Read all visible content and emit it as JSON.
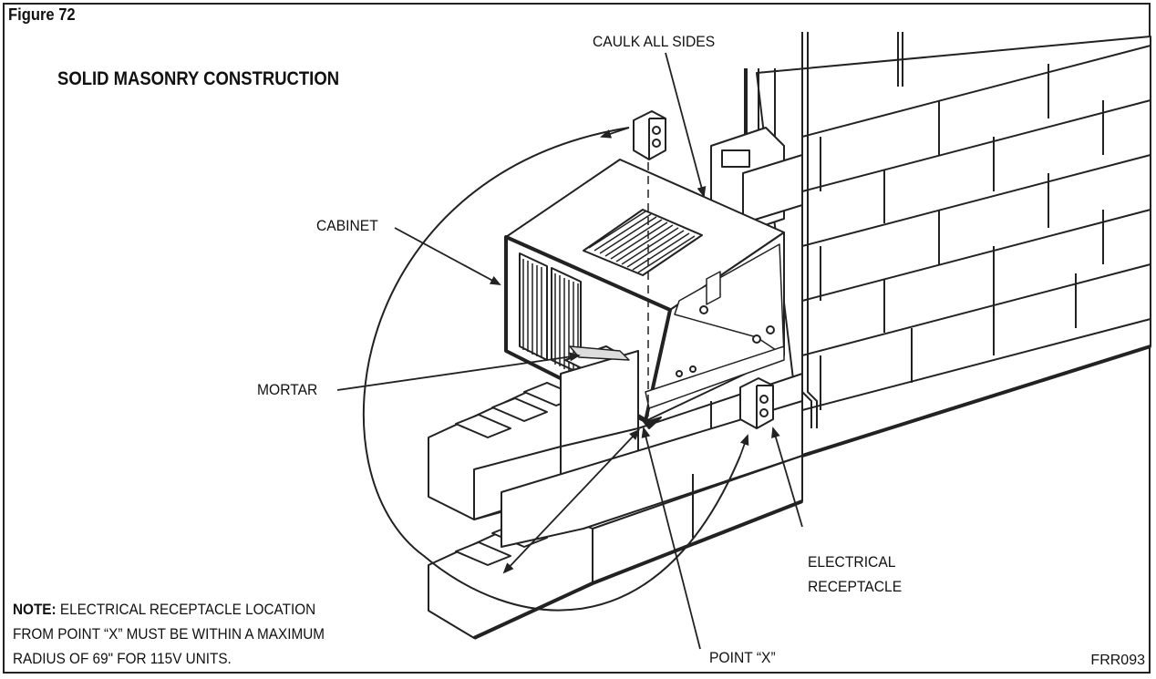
{
  "figure": {
    "label": "Figure 72",
    "title": "SOLID MASONRY CONSTRUCTION",
    "code": "FRR093"
  },
  "callouts": {
    "caulk": "CAULK ALL SIDES",
    "cabinet": "CABINET",
    "mortar": "MORTAR",
    "receptacle_line1": "ELECTRICAL",
    "receptacle_line2": "RECEPTACLE",
    "point_x": "POINT “X”"
  },
  "note": {
    "prefix": "NOTE:",
    "line1": "ELECTRICAL RECEPTACLE LOCATION",
    "line2": "FROM POINT “X” MUST BE WITHIN A MAXIMUM",
    "line3": "RADIUS OF 69\" FOR 115V UNITS."
  }
}
